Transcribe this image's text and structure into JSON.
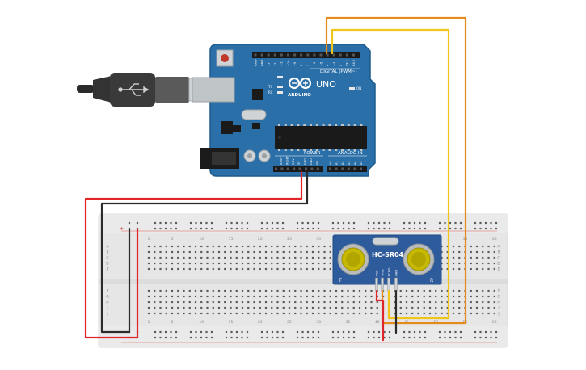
{
  "arduino": {
    "brand": "ARDUINO",
    "model": "UNO",
    "digital_label": "DIGITAL (PWM~)",
    "power_label": "POWER",
    "analog_label": "ANALOG IN",
    "on_label": "ON",
    "l_label": "L",
    "tx_label": "TX",
    "rx_label": "RX",
    "digital_pins": [
      "AREF",
      "GND",
      "13",
      "12",
      "~11",
      "~10",
      "~9",
      "8",
      "7",
      "~6",
      "~5",
      "4",
      "~3",
      "2",
      "TX 1",
      "RX 0"
    ],
    "power_pins": [
      "IOREF",
      "RESET",
      "3.3V",
      "5V",
      "GND",
      "GND",
      "Vin"
    ],
    "analog_pins": [
      "A0",
      "A1",
      "A2",
      "A3",
      "A4",
      "A5"
    ]
  },
  "sensor": {
    "model": "HC-SR04",
    "pins": [
      "VCC",
      "TRIG",
      "ECHO",
      "GND"
    ],
    "t_label": "T",
    "r_label": "R"
  },
  "breadboard": {
    "column_numbers": [
      "1",
      "5",
      "10",
      "15",
      "20",
      "25",
      "30",
      "35",
      "40",
      "45",
      "50",
      "55",
      "60"
    ],
    "row_letters_top": [
      "A",
      "B",
      "C",
      "D",
      "E"
    ],
    "row_letters_bottom": [
      "F",
      "G",
      "H",
      "I",
      "J"
    ]
  },
  "colors": {
    "board": "#2a6fa8",
    "board_edge": "#1e5a8c",
    "breadboard": "#e6e6e6",
    "wire_red": "#e0262b",
    "wire_black": "#2b2b2b",
    "wire_orange": "#e58a1c",
    "wire_yellow": "#f0c419",
    "sensor": "#2d5b9c",
    "usb": "#333333"
  }
}
